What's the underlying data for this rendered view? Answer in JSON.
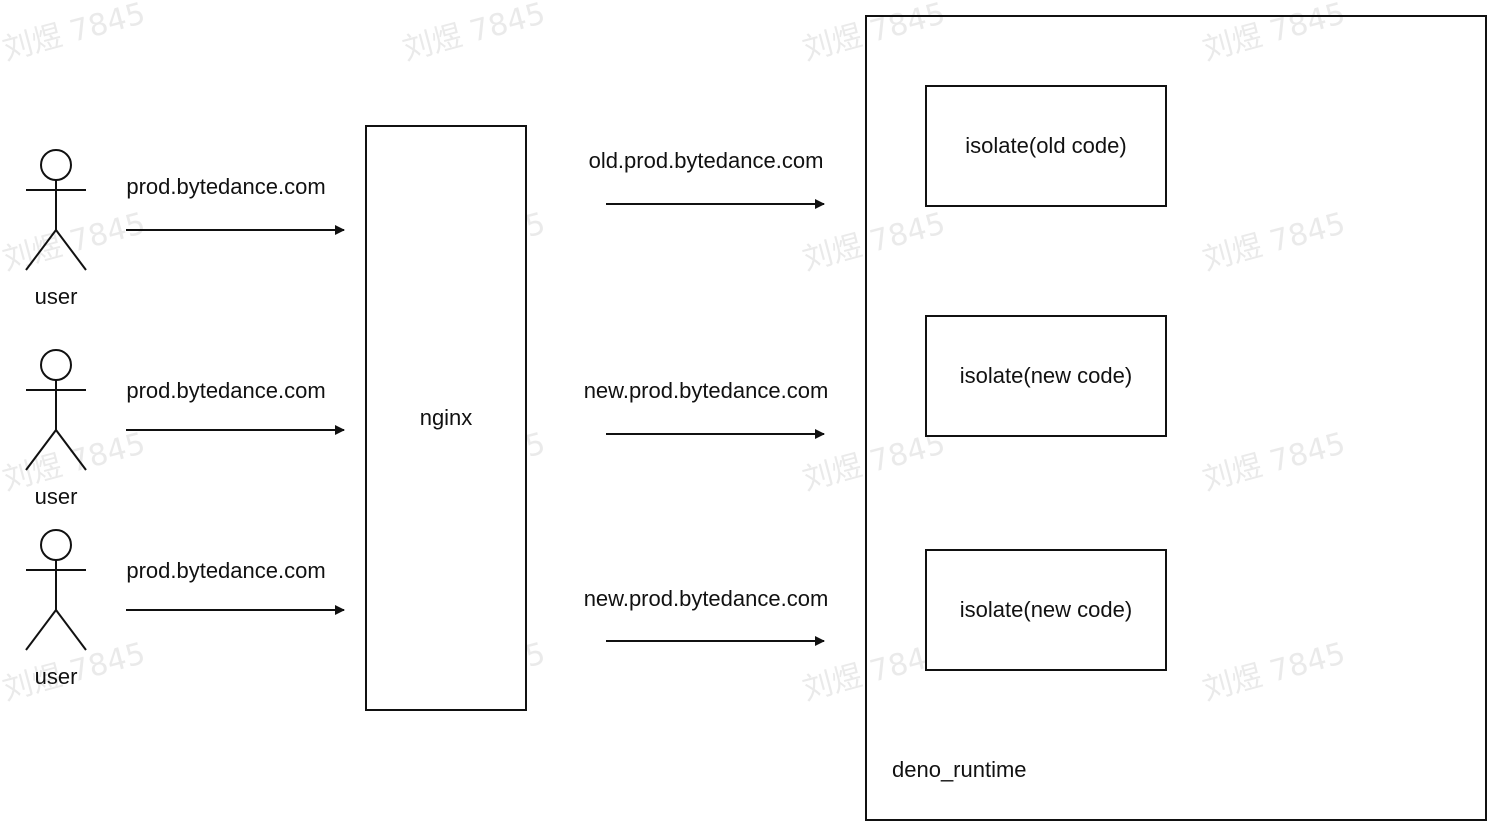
{
  "watermark": {
    "text": "刘煜 7845",
    "color": "#d9d9d9"
  },
  "users": [
    {
      "label": "user",
      "route": "prod.bytedance.com"
    },
    {
      "label": "user",
      "route": "prod.bytedance.com"
    },
    {
      "label": "user",
      "route": "prod.bytedance.com"
    }
  ],
  "proxy": {
    "label": "nginx"
  },
  "upstream_routes": [
    {
      "label": "old.prod.bytedance.com"
    },
    {
      "label": "new.prod.bytedance.com"
    },
    {
      "label": "new.prod.bytedance.com"
    }
  ],
  "runtime": {
    "label": "deno_runtime",
    "isolates": [
      {
        "label": "isolate(old code)"
      },
      {
        "label": "isolate(new code)"
      },
      {
        "label": "isolate(new code)"
      }
    ]
  },
  "colors": {
    "stroke": "#111111",
    "background": "#ffffff"
  }
}
